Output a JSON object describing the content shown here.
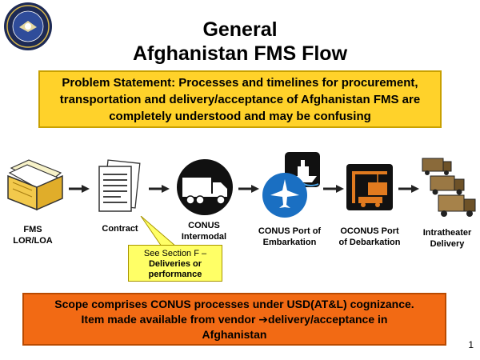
{
  "title": {
    "line1": "General",
    "line2": "Afghanistan FMS Flow"
  },
  "problem_statement": "Problem Statement:  Processes and timelines for procurement, transportation and delivery/acceptance of Afghanistan FMS are completely understood and may be confusing",
  "steps": [
    {
      "line1": "FMS",
      "line2": "LOR/LOA",
      "icon": "folder-documents-icon"
    },
    {
      "line1": "Contract",
      "line2": "",
      "icon": "contract-document-icon"
    },
    {
      "line1": "CONUS",
      "line2": "Intermodal",
      "icon": "truck-icon"
    },
    {
      "line1": "CONUS Port of",
      "line2": "Embarkation",
      "icon": "airplane-ship-icon"
    },
    {
      "line1": "OCONUS Port",
      "line2": "of Debarkation",
      "icon": "crane-container-icon"
    },
    {
      "line1": "Intratheater",
      "line2": "Delivery",
      "icon": "military-trucks-icon"
    }
  ],
  "callout": {
    "line1": "See Section F –",
    "line2": "Deliveries or",
    "line3": "performance"
  },
  "scope": {
    "line1": "Scope comprises CONUS processes under USD(AT&L) cognizance.",
    "line2a": "Item made available from vendor ",
    "line2b": "delivery/acceptance in",
    "line3": "Afghanistan"
  },
  "page_number": "1",
  "colors": {
    "problem_bg": "#ffd22a",
    "scope_bg": "#f26a14",
    "callout_bg": "#ffff66",
    "icon_dark": "#111111",
    "icon_blue": "#1a6fc2"
  }
}
